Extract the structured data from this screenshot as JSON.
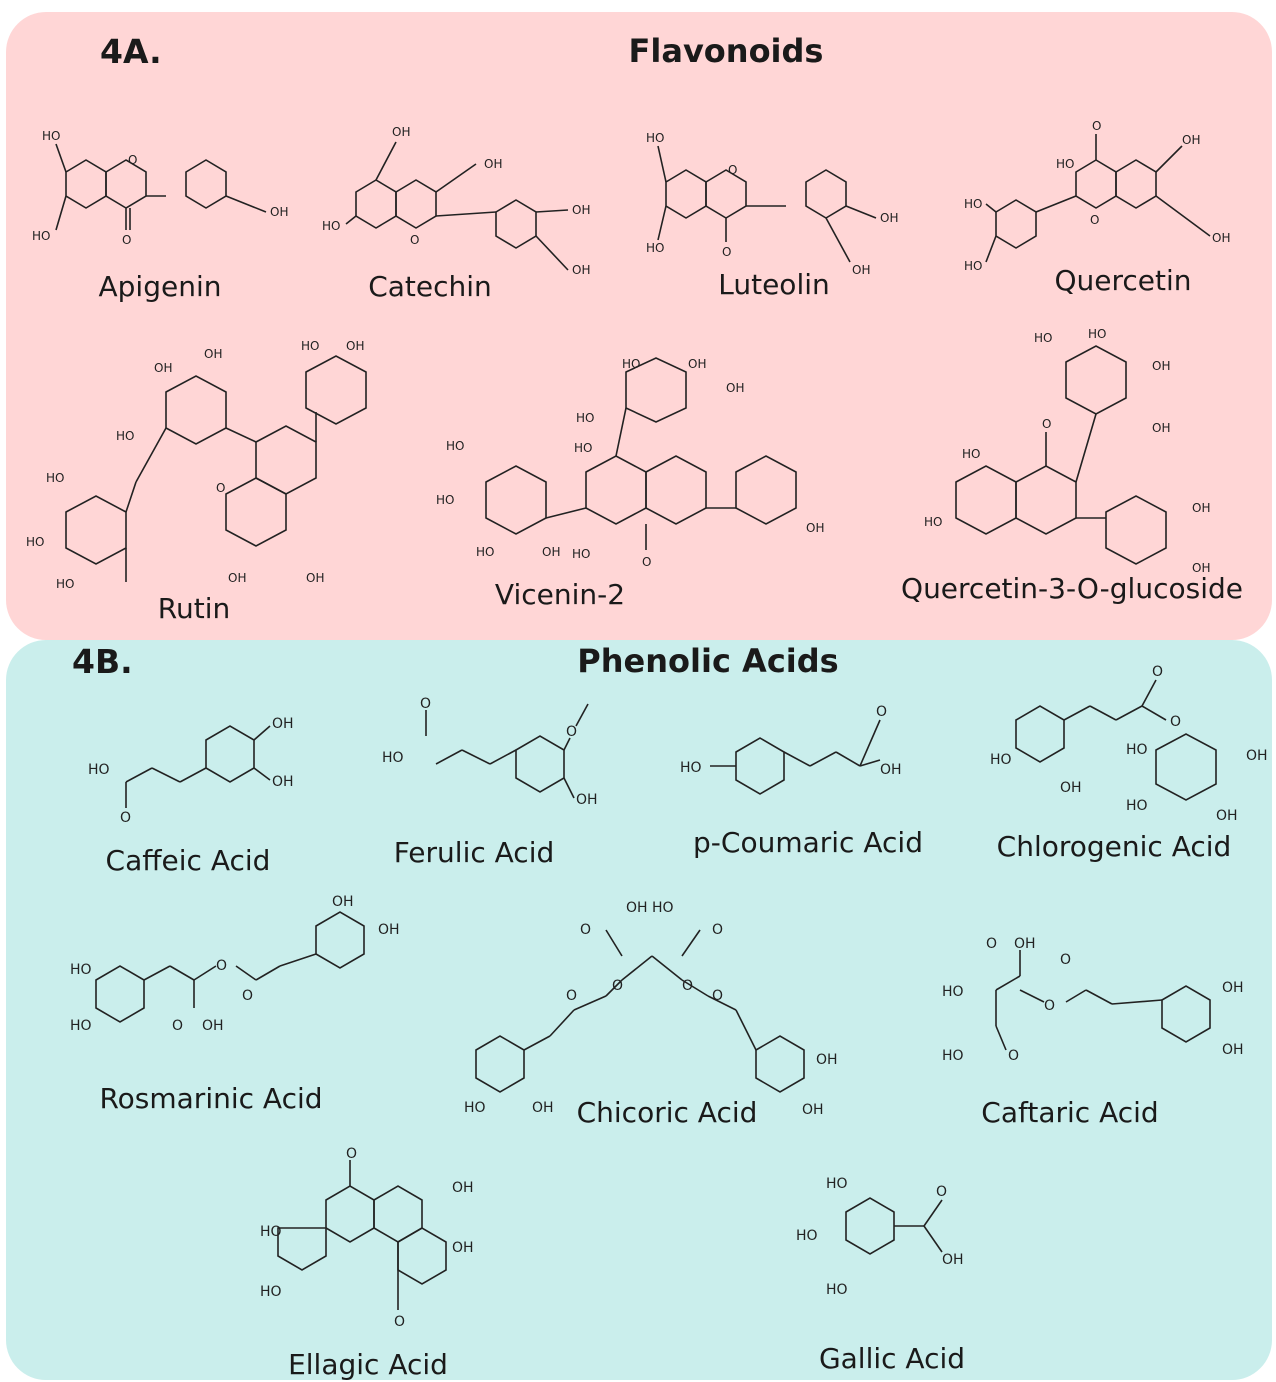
{
  "panel_a": {
    "label": "4A.",
    "title": "Flavonoids",
    "compounds": [
      "Apigenin",
      "Catechin",
      "Luteolin",
      "Quercetin",
      "Rutin",
      "Vicenin-2",
      "Quercetin-3-O-glucoside"
    ]
  },
  "panel_b": {
    "label": "4B.",
    "title": "Phenolic Acids",
    "compounds": [
      "Caffeic Acid",
      "Ferulic Acid",
      "p-Coumaric Acid",
      "Chlorogenic Acid",
      "Rosmarinic Acid",
      "Chicoric Acid",
      "Caftaric Acid",
      "Ellagic Acid",
      "Gallic Acid"
    ]
  },
  "atoms": {
    "OH": "OH",
    "HO": "HO",
    "O": "O"
  },
  "colors": {
    "panel_a_bg": "#ffd6d6",
    "panel_b_bg": "#caeeec",
    "ink": "#222222"
  }
}
